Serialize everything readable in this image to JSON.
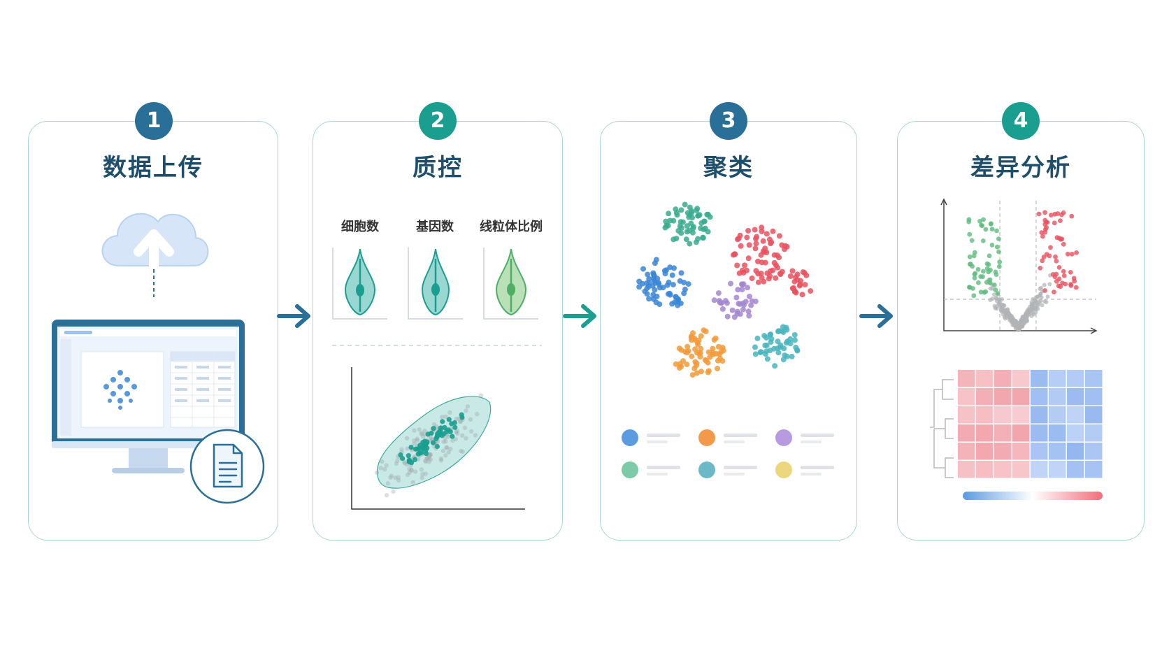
{
  "steps": [
    {
      "number": "1",
      "title": "数据上传",
      "color": "#2a6f97"
    },
    {
      "number": "2",
      "title": "质控",
      "color": "#1a9e8f"
    },
    {
      "number": "3",
      "title": "聚类",
      "color": "#2a6f97"
    },
    {
      "number": "4",
      "title": "差异分析",
      "color": "#1a9e8f"
    }
  ],
  "qc": {
    "violin_labels": [
      "细胞数",
      "基因数",
      "线粒体比例"
    ]
  },
  "colors": {
    "border": "#a9d6d8",
    "dark_blue": "#2a6f97",
    "teal": "#1a9e8f",
    "title_text": "#1f4e6b",
    "cluster_blue": "#3a86d6",
    "cluster_green": "#3aab8e",
    "cluster_red": "#e8515f",
    "cluster_purple": "#a586d0",
    "cluster_orange": "#f29a3a",
    "cluster_cyan": "#48b4be",
    "cluster_yellow": "#e8cf6a",
    "heat_red": "#f2a3ab",
    "heat_blue": "#93b6f0"
  },
  "icons": [
    "cloud-upload-icon",
    "monitor-icon",
    "document-icon",
    "arrow-right-icon"
  ]
}
